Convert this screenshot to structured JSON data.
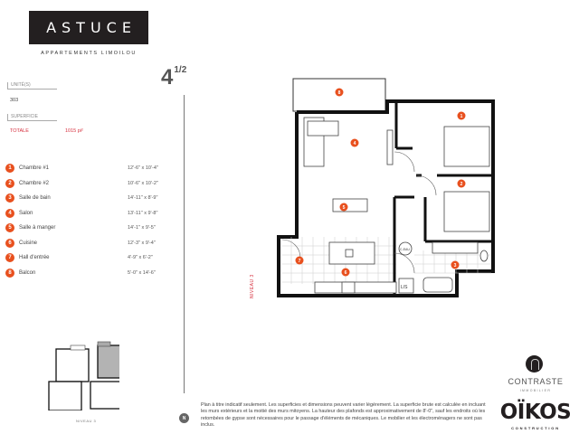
{
  "brand": {
    "name": "ASTUCE",
    "subtitle": "APPARTEMENTS LIMOILOU"
  },
  "unit": {
    "type_main": "4",
    "type_fraction": "1/2",
    "unit_label": "UNITÉ(S)",
    "unit_value": "303",
    "area_label": "SUPERFICIE",
    "area_total_label": "TOTALE",
    "area_total_value": "1015 pi²"
  },
  "rooms": [
    {
      "num": "1",
      "name": "Chambre #1",
      "dim": "12'-6\" x 10'-4\""
    },
    {
      "num": "2",
      "name": "Chambre #2",
      "dim": "10'-6\" x 10'-2\""
    },
    {
      "num": "3",
      "name": "Salle de bain",
      "dim": "14'-11\" x 8'-9\""
    },
    {
      "num": "4",
      "name": "Salon",
      "dim": "13'-11\" x 9'-8\""
    },
    {
      "num": "5",
      "name": "Salle à manger",
      "dim": "14'-1\" x 9'-5\""
    },
    {
      "num": "6",
      "name": "Cuisine",
      "dim": "12'-3\" x 9'-4\""
    },
    {
      "num": "7",
      "name": "Hall d'entrée",
      "dim": "4'-9\" x 6'-2\""
    },
    {
      "num": "8",
      "name": "Balcon",
      "dim": "5'-0\" x 14'-6\""
    }
  ],
  "plan": {
    "level_label": "NIVEAU 3",
    "fixture_labels": {
      "water_heater": "C-EAU",
      "laundry": "L/S"
    },
    "badges": [
      "8",
      "1",
      "4",
      "5",
      "2",
      "7",
      "6",
      "3"
    ]
  },
  "key_plan": {
    "label": "NIVEAU 3"
  },
  "north": "N",
  "disclaimer": "Plan à titre indicatif seulement. Les superficies et dimensions peuvent varier légèrement. La superficie brute est calculée en incluant les murs extérieurs et la moitié des murs mitoyens. La hauteur des plafonds est approximativement de 8'-0\", sauf les endroits où les retombées de gypse sont nécessaires pour le passage d'éléments de mécaniques. Le mobilier et les électroménagers ne sont pas inclus.",
  "partners": {
    "contraste": "CONTRASTE",
    "contraste_sub": "IMMOBILIER",
    "oikos": "OÏKOS",
    "oikos_sub": "CONSTRUCTION"
  },
  "colors": {
    "accent": "#e8501e",
    "red_text": "#d6303e",
    "dark": "#231f20",
    "highlight_unit": "#b3b3b3"
  }
}
